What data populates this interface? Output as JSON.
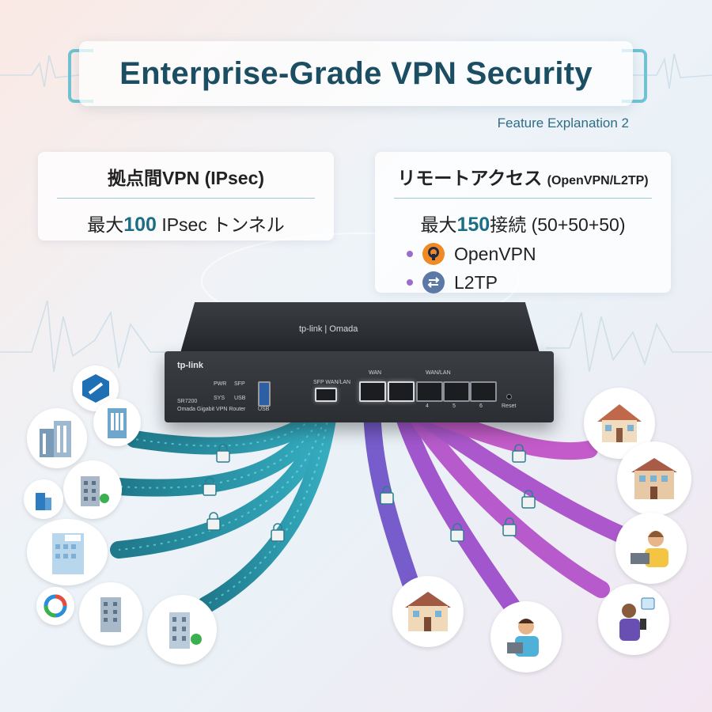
{
  "title": "Enterprise-Grade VPN Security",
  "subtitle": "Feature Explanation 2",
  "site_to_site": {
    "title": "拠点間VPN (IPsec)",
    "line_prefix": "最大",
    "count": "100",
    "line_suffix": " IPsec トンネル"
  },
  "remote_access": {
    "title": "リモートアクセス",
    "title_suffix": "(OpenVPN/L2TP)",
    "line_prefix": "最大",
    "count": "150",
    "line_suffix": "接続 (50+50+50)",
    "protocols": [
      {
        "label": "OpenVPN",
        "icon": "openvpn-icon"
      },
      {
        "label": "L2TP",
        "icon": "l2tp-icon"
      }
    ]
  },
  "router": {
    "brand_top": "tp-link | Omada",
    "brand_front": "tp-link",
    "model": "SR7200",
    "model_desc": "Omada Gigabit VPN Router",
    "leds": [
      "PWR",
      "SFP",
      "SYS",
      "USB"
    ],
    "usb_label": "USB",
    "sfp_label": "SFP WAN/LAN",
    "wan_label": "WAN",
    "wanlan_label": "WAN/LAN",
    "port_numbers": [
      "4",
      "5",
      "6"
    ],
    "reset_label": "Reset"
  },
  "colors": {
    "title": "#1b4e62",
    "accent": "#1b6e86",
    "teal_cable": "#1f8fa5",
    "purple_cable": "#8e44c9",
    "bullet": "#9b6cc9"
  }
}
